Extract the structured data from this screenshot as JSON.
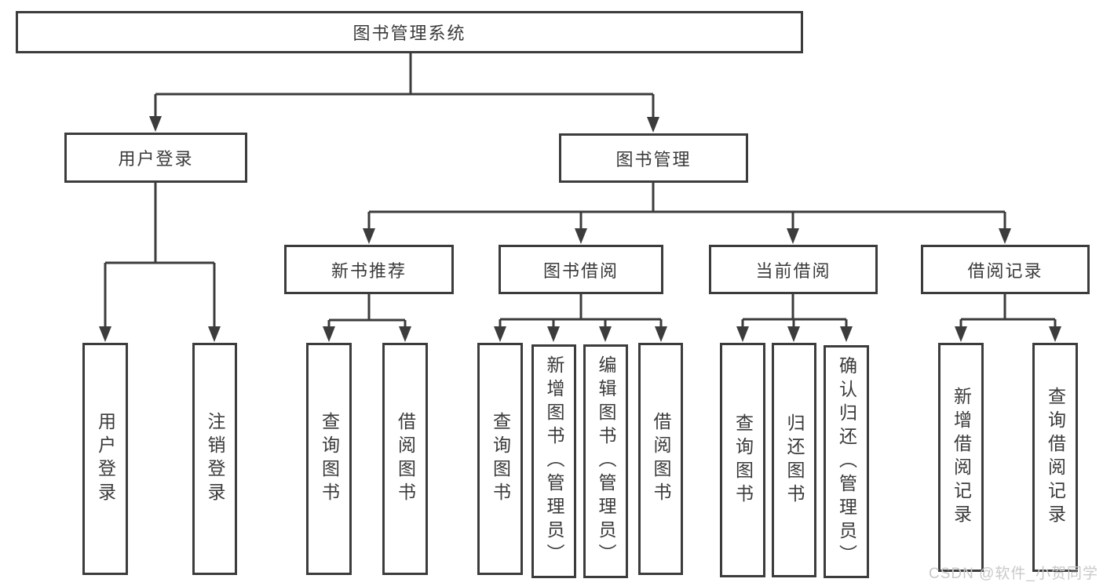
{
  "diagram": {
    "root_label": "图书管理系统",
    "level1": {
      "user_login": "用户登录",
      "book_management": "图书管理"
    },
    "level2": {
      "new_book_recommend": "新书推荐",
      "book_borrow": "图书借阅",
      "current_borrow": "当前借阅",
      "borrow_records": "借阅记录"
    },
    "leaves": {
      "user_login": "用户登录",
      "logout": "注销登录",
      "nb_query_books": "查询图书",
      "nb_borrow_books": "借阅图书",
      "bb_query_books": "查询图书",
      "bb_add_books": "新增图书（管理员）",
      "bb_edit_books": "编辑图书（管理员）",
      "bb_borrow_books": "借阅图书",
      "cb_query_books": "查询图书",
      "cb_return_books": "归还图书",
      "cb_confirm_return": "确认归还（管理员）",
      "br_add_record": "新增借阅记录",
      "br_query_record": "查询借阅记录"
    },
    "watermark": "CSDN @软件_小贺同学",
    "colors": {
      "line": "#3c3c3c",
      "text": "#3a3a3a",
      "watermark": "#c9c9c9",
      "background": "#ffffff"
    }
  }
}
